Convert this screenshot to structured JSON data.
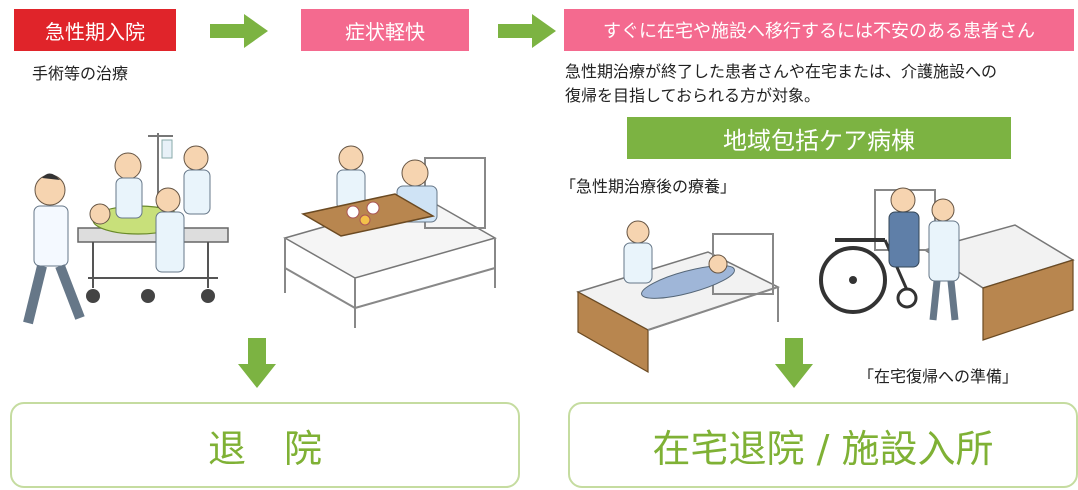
{
  "colors": {
    "acute_red": "#e0242a",
    "pink": "#f46a8f",
    "green": "#7cb342",
    "outcome_text": "#7fb135",
    "bed_brown": "#b8864f"
  },
  "stages": {
    "acute": "急性期入院",
    "relief": "症状軽快",
    "uneasy": "すぐに在宅や施設へ移行するには不安のある患者さん"
  },
  "acute_note": "手術等の治療",
  "uneasy_desc": {
    "line1": "急性期治療が終了した患者さんや在宅または、介護施設への",
    "line2": "復帰を目指しておられる方が対象。"
  },
  "ward_title": "地域包括ケア病棟",
  "care_labels": {
    "post_acute": "「急性期治療後の療養」",
    "home_prep": "「在宅復帰への準備」"
  },
  "outcomes": {
    "discharge": "退　院",
    "home_or_facility": "在宅退院 / 施設入所"
  },
  "icons": {
    "right_arrow": "arrow-right-icon",
    "down_arrow": "arrow-down-icon"
  }
}
